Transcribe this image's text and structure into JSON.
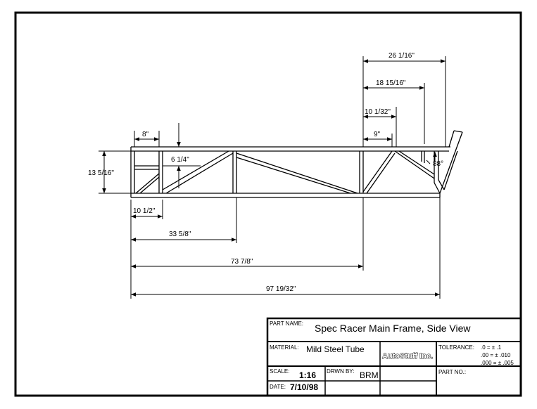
{
  "dimensions": {
    "d_26": "26  1/16\"",
    "d_18": "18  15/16\"",
    "d_10a": "10  1/32\"",
    "d_9": "9\"",
    "d_8": "8\"",
    "d_6": "6  1/4\"",
    "d_13": "13  5/16\"",
    "d_88": "88°",
    "d_10b": "10  1/2\"",
    "d_33": "33  5/8\"",
    "d_73": "73  7/8\"",
    "d_97": "97  19/32\""
  },
  "title_block": {
    "part_name_label": "PART NAME:",
    "part_name": "Spec Racer Main Frame, Side View",
    "material_label": "MATERIAL:",
    "material": "Mild Steel Tube",
    "company": "AutoStuff Inc.",
    "tolerance_label": "TOLERANCE:",
    "tol_1": ".0 = ± .1",
    "tol_2": ".00 = ± .010",
    "tol_3": ".000 = ± .005",
    "scale_label": "SCALE:",
    "scale": "1:16",
    "drawn_by_label": "DRWN BY:",
    "drawn_by": "BRM",
    "part_no_label": "PART NO.:",
    "date_label": "DATE:",
    "date": "7/10/98"
  }
}
